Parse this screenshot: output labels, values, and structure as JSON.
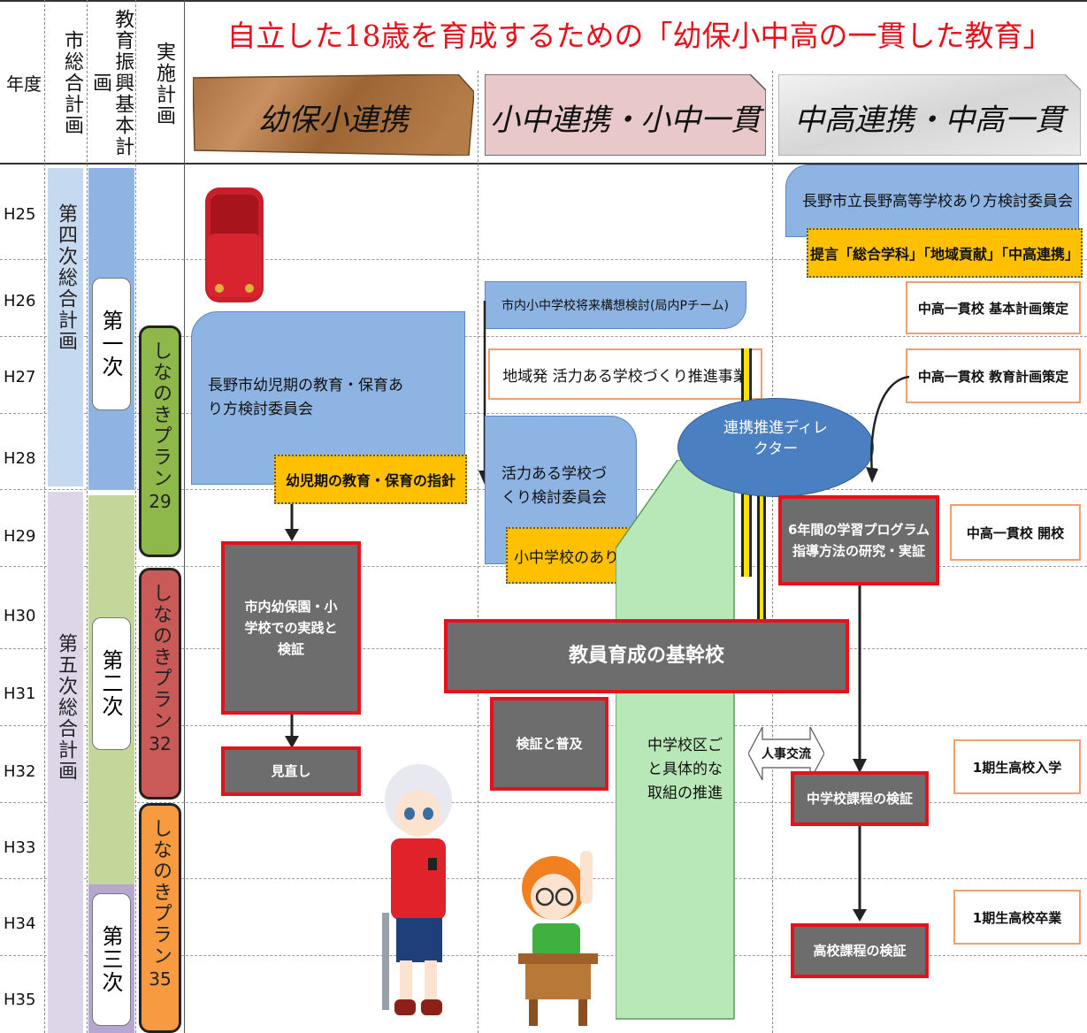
{
  "title": "自立した18歳を育成するための「幼保小中高の一貫した教育」",
  "header": {
    "year": "年度",
    "city_plan": "市総合計画",
    "edu_plan": "教育振興基本計画",
    "exec_plan": "実施計画"
  },
  "sections": {
    "s1": "幼保小連携",
    "s2": "小中連携・小中一貫",
    "s3": "中高連携・中高一貫"
  },
  "years": [
    "H25",
    "H26",
    "H27",
    "H28",
    "H29",
    "H30",
    "H31",
    "H32",
    "H33",
    "H34",
    "H35"
  ],
  "city_plans": {
    "p4": "第四次総合計画",
    "p5": "第五次総合計画"
  },
  "edu_plans": {
    "k1": "第一次",
    "k2": "第二次",
    "k3": "第三次"
  },
  "exec_plans": {
    "a_name": "しなのきプラン",
    "a_num": "29",
    "b_name": "しなのきプラン",
    "b_num": "32",
    "c_name": "しなのきプラン",
    "c_num": "35"
  },
  "col1": {
    "committee": "長野市幼児期の教育・保育あり方検討委員会",
    "guideline": "幼児期の教育・保育の指針",
    "practice": "市内幼保園・小学校での実践と検証",
    "review": "見直し"
  },
  "col2": {
    "p_team": "市内小中学校将来構想検討(局内Pチーム)",
    "project": "地域発 活力ある学校づくり推進事業",
    "committee": "活力ある学校づくり検討委員会",
    "guideline": "小中学校のあり方指針・将来像",
    "core_school": "教員育成の基幹校",
    "spread": "検証と普及",
    "district": "中学校区ごと具体的な取組の推進"
  },
  "director": "連携推進ディレクター",
  "exchange": "人事交流",
  "col3": {
    "committee": "長野市立長野高等学校あり方検討委員会",
    "proposal": "提言「総合学科」「地域貢献」「中高連携」",
    "basic_plan": "中高一貫校 基本計画策定",
    "edu_plan": "中高一貫校 教育計画策定",
    "research": "6年間の学習プログラム指導方法の研究・実証",
    "opening": "中高一貫校 開校",
    "first_entry": "1期生高校入学",
    "jh_verify": "中学校課程の検証",
    "first_grad": "1期生高校卒業",
    "hs_verify": "高校課程の検証"
  },
  "colors": {
    "title_red": "#e8101a",
    "gray": "#6d6d6d",
    "yellow": "#ffc000",
    "blue": "#8db4e2",
    "green": "#b9e8b8"
  }
}
